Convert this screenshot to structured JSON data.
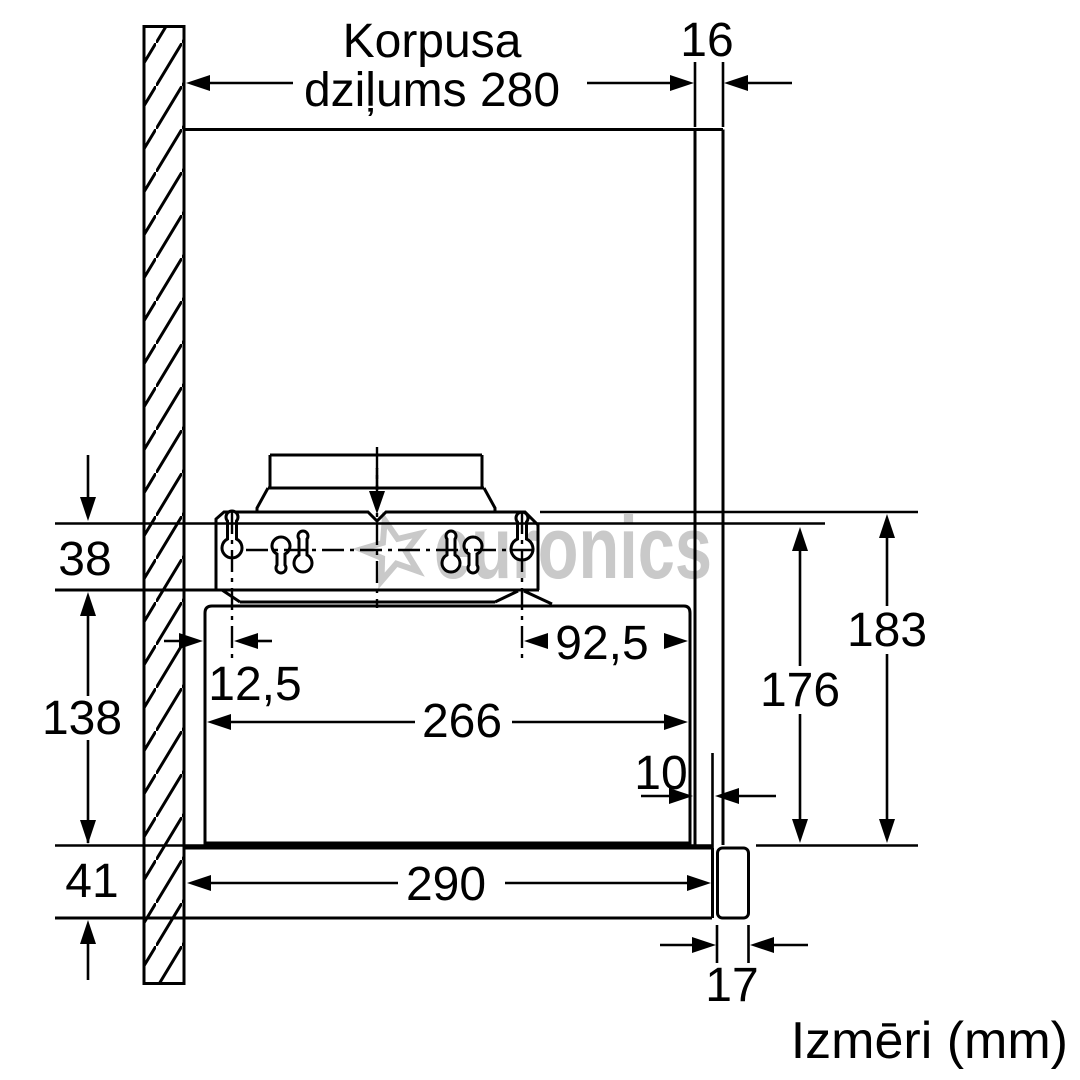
{
  "drawing": {
    "title_line1": "Korpusa",
    "title_line2": "dziļums 280",
    "units_caption": "Izmēri (mm)",
    "watermark_text": "euronics",
    "dims": {
      "panel_thickness": "16",
      "top_offset": "38",
      "body_height": "138",
      "lower_height": "41",
      "left_hole_offset": "12,5",
      "right_hole_offset": "92,5",
      "inner_depth": "266",
      "front_gap": "10",
      "total_depth": "290",
      "front_panel_thickness": "17",
      "inner_height": "176",
      "outer_height": "183"
    },
    "colors": {
      "line": "#000000",
      "background": "#ffffff",
      "watermark": "#c9c9c9"
    }
  }
}
